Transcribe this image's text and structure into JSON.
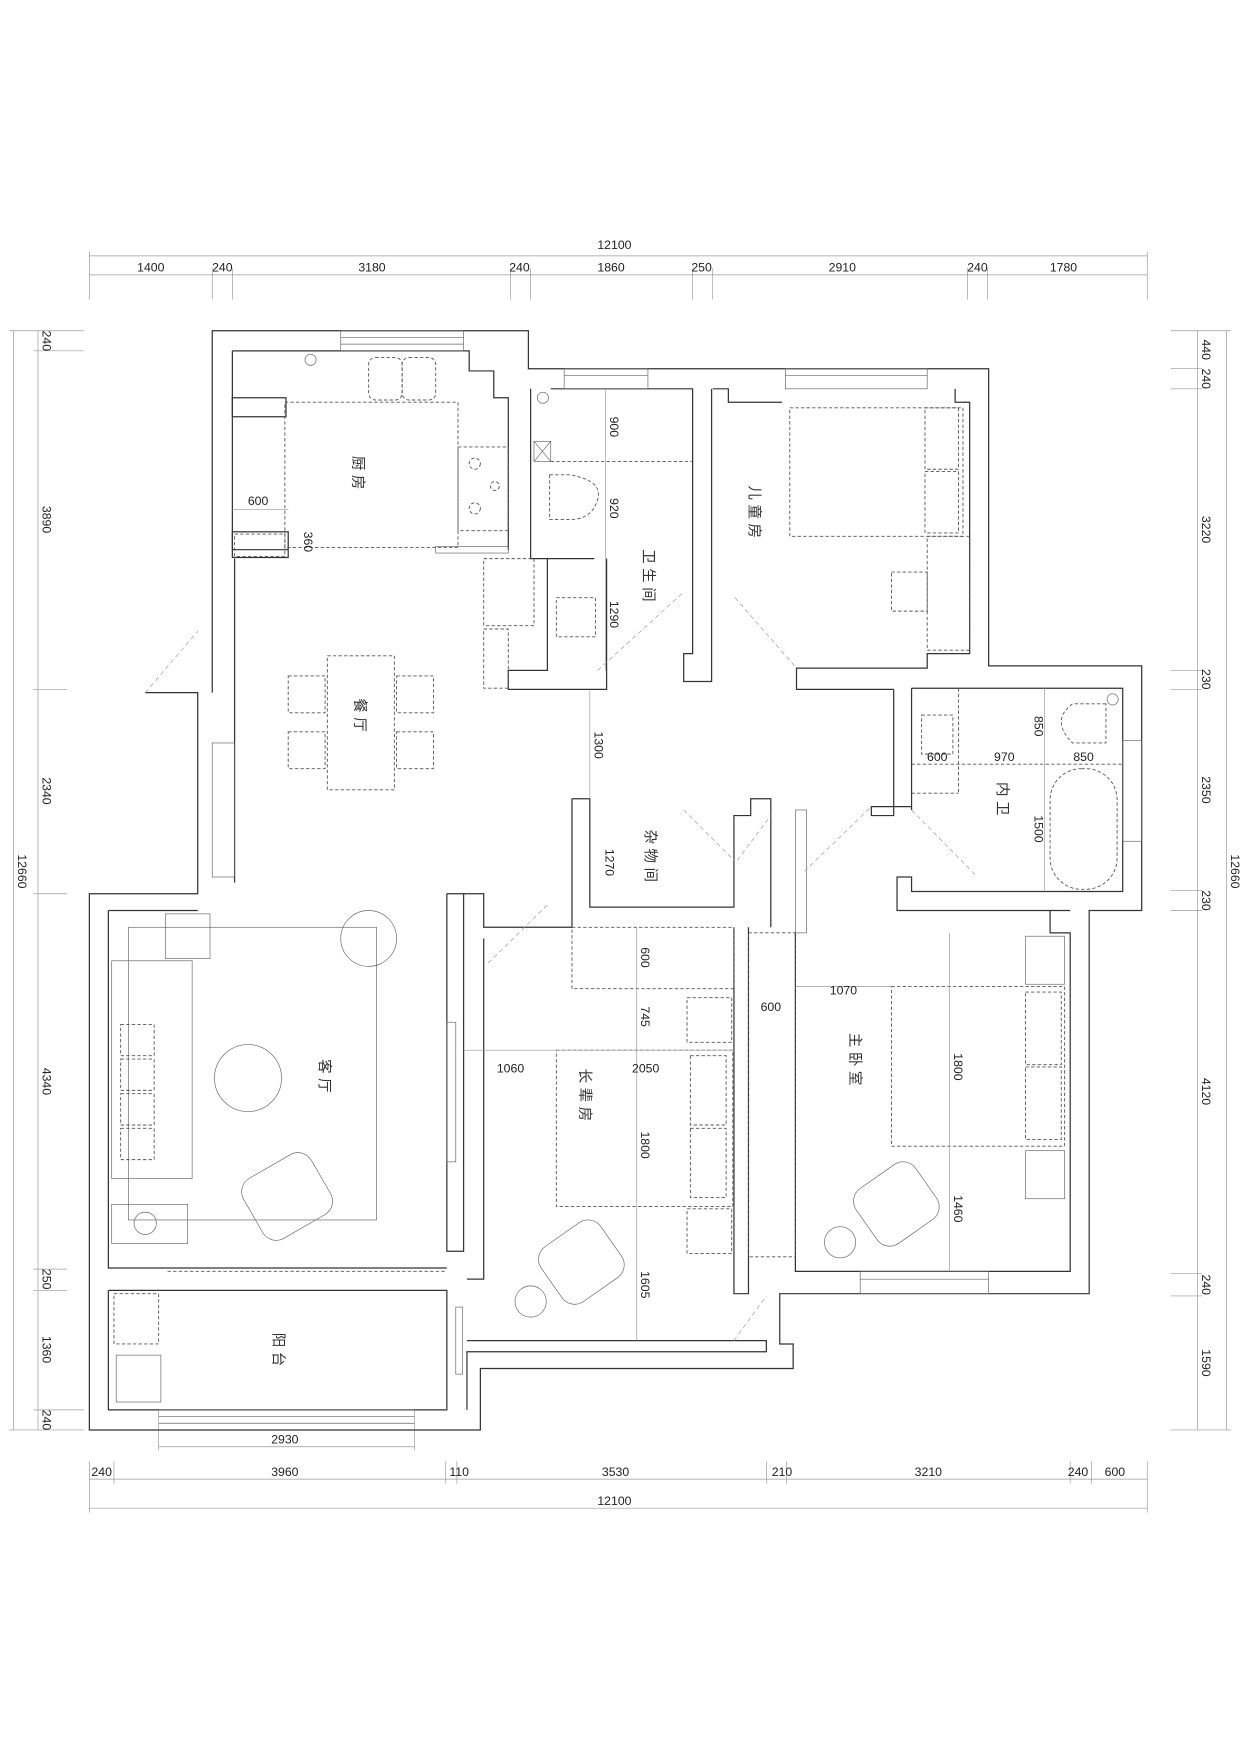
{
  "rooms": {
    "kitchen": "厨房",
    "bathroom": "卫生间",
    "kids_room": "儿童房",
    "dining": "餐厅",
    "ensuite": "内卫",
    "storage": "杂物间",
    "living": "客厅",
    "elder_room": "长辈房",
    "master": "主卧室",
    "balcony": "阳台"
  },
  "dims": {
    "top_total": "12100",
    "top": [
      "1400",
      "240",
      "3180",
      "240",
      "1860",
      "250",
      "2910",
      "240",
      "1780"
    ],
    "bottom_total": "12100",
    "bottom": [
      "240",
      "3960",
      "110",
      "3530",
      "210",
      "3210",
      "240",
      "600"
    ],
    "balcony_window": "2930",
    "left_total": "12660",
    "left": [
      "240",
      "3890",
      "2340",
      "4340",
      "250",
      "1360",
      "240"
    ],
    "right_total": "12660",
    "right": [
      "440",
      "240",
      "3220",
      "230",
      "2350",
      "230",
      "4120",
      "240",
      "1590"
    ],
    "interior": {
      "kitchen_counter": "600",
      "kitchen_gap": "360",
      "bath_a": "900",
      "bath_b": "920",
      "bath_c": "1290",
      "corridor": "1300",
      "ensuite_toilet": "850",
      "ensuite_mid": "970",
      "ensuite_sink": "600",
      "ensuite_w": "850",
      "ensuite_tub": "1500",
      "storage": "1270",
      "elder_wardrobe": "600",
      "elder_gap": "745",
      "elder_side": "1060",
      "elder_bed_w": "2050",
      "elder_bed_l": "1800",
      "elder_foot": "1605",
      "master_wardrobe": "600",
      "master_side": "1070",
      "master_bed_l": "1800",
      "master_foot": "1460"
    }
  }
}
